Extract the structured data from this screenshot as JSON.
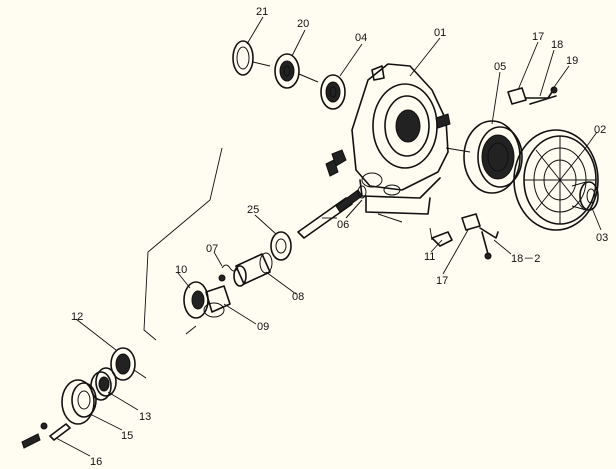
{
  "labels": {
    "p21": "21",
    "p20": "20",
    "p04": "04",
    "p01": "01",
    "p17a": "17",
    "p18": "18",
    "p19": "19",
    "p05": "05",
    "p02": "02",
    "p03": "03",
    "p25": "25",
    "p06": "06",
    "p07": "07",
    "p10": "10",
    "p08": "08",
    "p09": "09",
    "p11": "11",
    "p17b": "17",
    "p18_2": "18－2",
    "p12": "12",
    "p13": "13",
    "p15": "15",
    "p16": "16"
  }
}
